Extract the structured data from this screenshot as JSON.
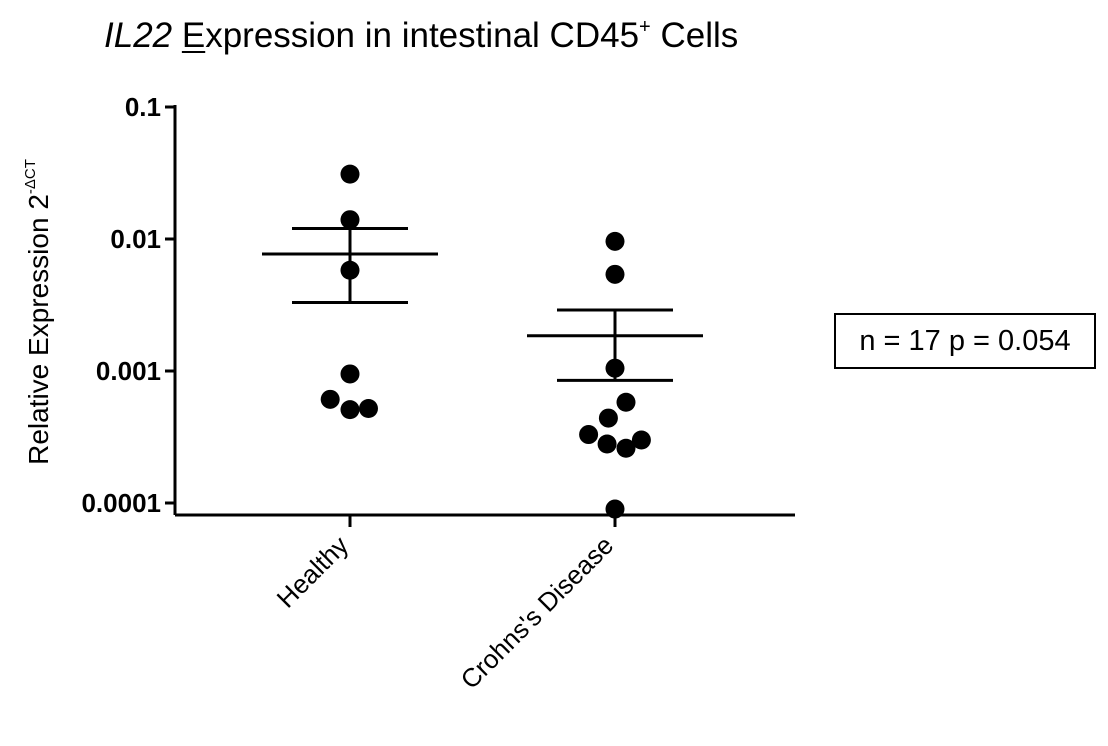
{
  "title": {
    "gene": "IL22",
    "first_word_letter": "E",
    "rest": "xpression in intestinal CD45",
    "superscript": "+",
    "suffix": "Cells"
  },
  "stats_box": "n = 17 p = 0.054",
  "colors": {
    "ink": "#000000",
    "background": "#ffffff"
  },
  "chart_data": {
    "type": "scatter",
    "title": "IL22 Expression in intestinal CD45+ Cells",
    "ylabel": "Relative Expression 2",
    "ylabel_superscript": "-ΔCT",
    "yscale": "log",
    "ylim": [
      0.0001,
      0.1
    ],
    "yticks": [
      {
        "value": 0.1,
        "label": "0.1"
      },
      {
        "value": 0.01,
        "label": "0.01"
      },
      {
        "value": 0.001,
        "label": "0.001"
      },
      {
        "value": 0.0001,
        "label": "0.0001"
      }
    ],
    "categories": [
      "Healthy",
      "Crohns's Disease"
    ],
    "series": [
      {
        "category": "Healthy",
        "points": [
          {
            "jitter": 0.0,
            "y": 0.031
          },
          {
            "jitter": 0.0,
            "y": 0.014
          },
          {
            "jitter": 0.0,
            "y": 0.0058
          },
          {
            "jitter": 0.0,
            "y": 0.00095
          },
          {
            "jitter": -0.45,
            "y": 0.00061
          },
          {
            "jitter": 0.0,
            "y": 0.00051
          },
          {
            "jitter": 0.42,
            "y": 0.00052
          }
        ],
        "mean": 0.0077,
        "sem_upper": 0.012,
        "sem_lower": 0.0033
      },
      {
        "category": "Crohns's Disease",
        "points": [
          {
            "jitter": 0.0,
            "y": 0.0096
          },
          {
            "jitter": 0.0,
            "y": 0.0054
          },
          {
            "jitter": 0.0,
            "y": 0.00105
          },
          {
            "jitter": 0.25,
            "y": 0.00058
          },
          {
            "jitter": -0.15,
            "y": 0.00044
          },
          {
            "jitter": -0.6,
            "y": 0.00033
          },
          {
            "jitter": -0.18,
            "y": 0.00028
          },
          {
            "jitter": 0.25,
            "y": 0.00026
          },
          {
            "jitter": 0.6,
            "y": 0.0003
          },
          {
            "jitter": 0.0,
            "y": 9e-05
          }
        ],
        "mean": 0.00185,
        "sem_upper": 0.0029,
        "sem_lower": 0.00085
      }
    ],
    "grid": false,
    "legend": "none"
  }
}
